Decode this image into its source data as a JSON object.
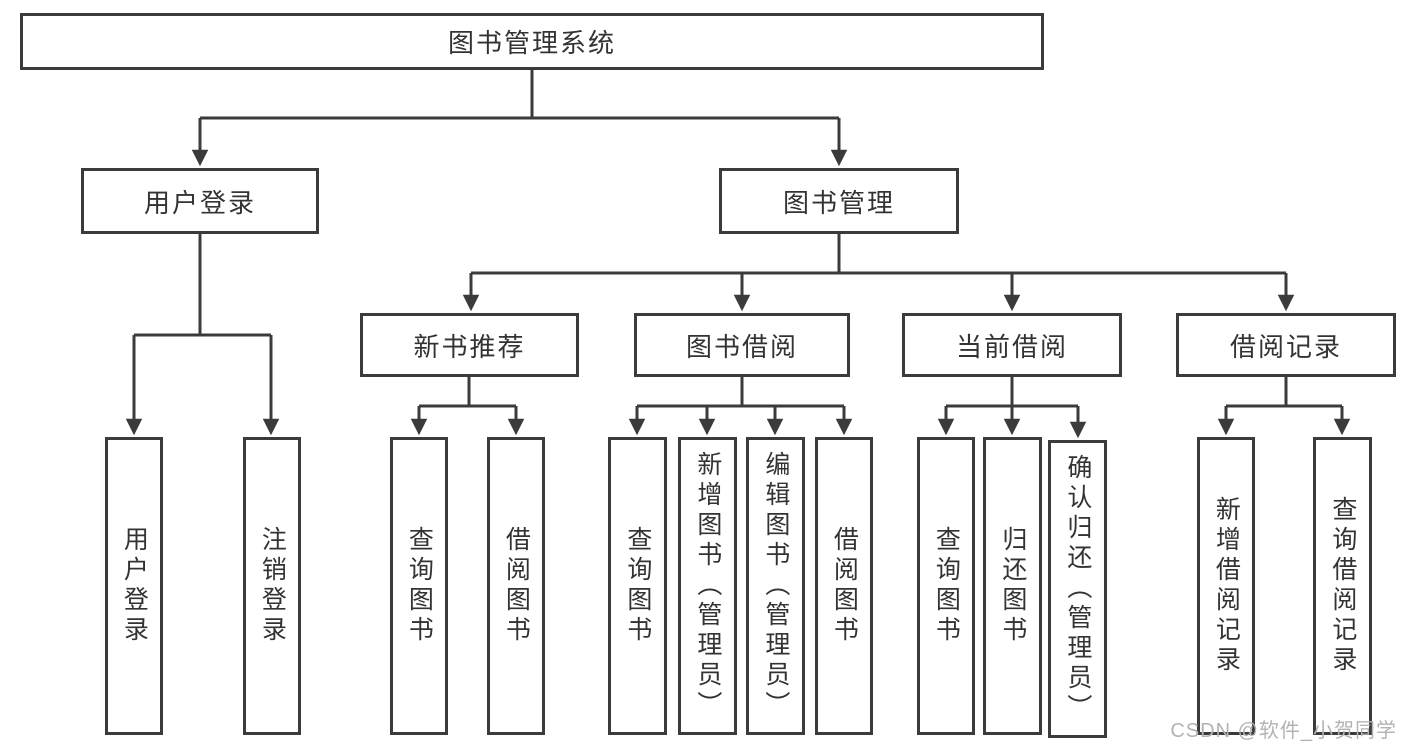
{
  "diagram": {
    "root": {
      "label": "图书管理系统"
    },
    "branches": [
      {
        "label": "用户登录",
        "leaves": [
          {
            "label": "用户登录"
          },
          {
            "label": "注销登录"
          }
        ]
      },
      {
        "label": "图书管理",
        "sections": [
          {
            "label": "新书推荐",
            "leaves": [
              {
                "label": "查询图书"
              },
              {
                "label": "借阅图书"
              }
            ]
          },
          {
            "label": "图书借阅",
            "leaves": [
              {
                "label": "查询图书"
              },
              {
                "label": "新增图书（管理员）"
              },
              {
                "label": "编辑图书（管理员）"
              },
              {
                "label": "借阅图书"
              }
            ]
          },
          {
            "label": "当前借阅",
            "leaves": [
              {
                "label": "查询图书"
              },
              {
                "label": "归还图书"
              },
              {
                "label": "确认归还（管理员）"
              }
            ]
          },
          {
            "label": "借阅记录",
            "leaves": [
              {
                "label": "新增借阅记录"
              },
              {
                "label": "查询借阅记录"
              }
            ]
          }
        ]
      }
    ]
  },
  "watermark": {
    "text": "CSDN @软件_小贺同学"
  },
  "colors": {
    "line": "#3b3b3b",
    "box_border": "#3b3b3b",
    "background": "#ffffff",
    "text": "#333333",
    "watermark": "#b3b3b3"
  }
}
